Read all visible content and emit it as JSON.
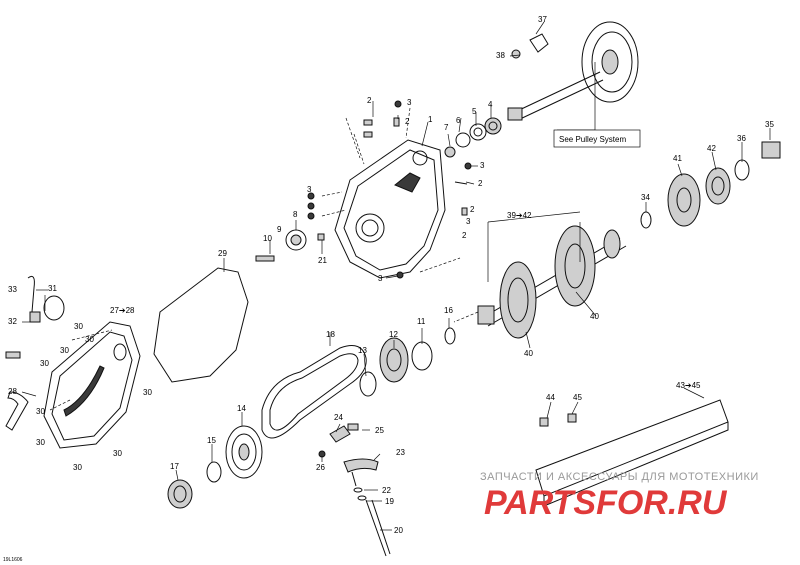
{
  "diagram": {
    "callouts": [
      "1",
      "2",
      "2",
      "2",
      "2",
      "2",
      "3",
      "3",
      "3",
      "3",
      "3",
      "4",
      "5",
      "6",
      "7",
      "8",
      "9",
      "10",
      "11",
      "12",
      "13",
      "14",
      "15",
      "16",
      "17",
      "18",
      "19",
      "20",
      "21",
      "22",
      "23",
      "24",
      "25",
      "26",
      "27➔28",
      "28",
      "29",
      "30",
      "30",
      "30",
      "30",
      "30",
      "30",
      "30",
      "30",
      "30",
      "31",
      "32",
      "33",
      "34",
      "35",
      "36",
      "37",
      "38",
      "39➔42",
      "40",
      "40",
      "41",
      "42",
      "43➔45",
      "44",
      "45"
    ],
    "note_label": "See Pulley System",
    "drawing_code": "19L1606",
    "watermark_line1": "ЗАПЧАСТИ И АКСЕССУАРЫ ДЛЯ МОТОТЕХНИКИ",
    "watermark_line2": "PARTSFOR.RU"
  }
}
